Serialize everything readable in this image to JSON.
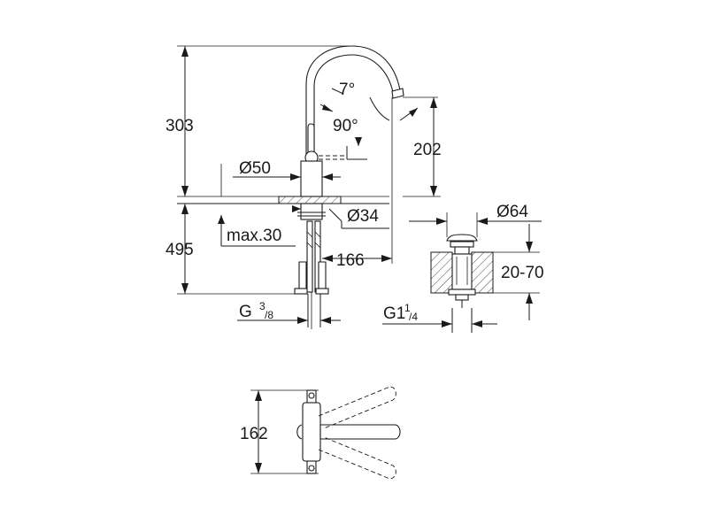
{
  "dimensions": {
    "total_height": "303",
    "below_deck": "495",
    "spout_height": "202",
    "spout_angle": "7°",
    "swivel_angle": "90°",
    "base_diameter": "Ø50",
    "mount_diameter": "Ø34",
    "max_deck": "max.30",
    "reach": "166",
    "connection_thread_main": "G",
    "connection_thread_sup": "3",
    "connection_thread_sub": "/8",
    "waste_diameter": "Ø64",
    "waste_thread_main": "G1",
    "waste_thread_sup": "1",
    "waste_thread_sub": "/4",
    "waste_range": "20-70",
    "plan_width": "162"
  }
}
